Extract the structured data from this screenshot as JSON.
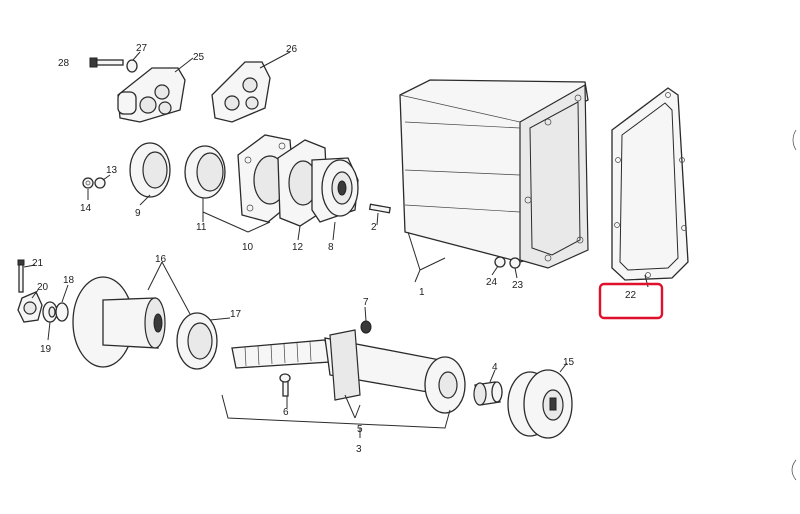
{
  "diagram": {
    "part_numbers": [
      "1",
      "2",
      "3",
      "4",
      "5",
      "6",
      "7",
      "8",
      "9",
      "10",
      "11",
      "12",
      "13",
      "14",
      "15",
      "16",
      "17",
      "18",
      "19",
      "20",
      "21",
      "22",
      "23",
      "24",
      "25",
      "26",
      "27",
      "28"
    ],
    "highlighted_part": "22",
    "highlight_color": "#e0102a"
  }
}
